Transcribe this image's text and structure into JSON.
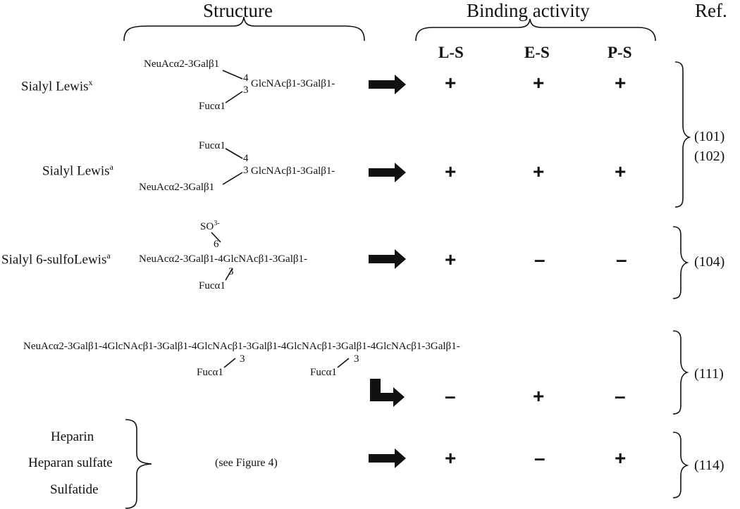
{
  "header": {
    "structure": "Structure",
    "binding": "Binding activity",
    "ref": "Ref."
  },
  "columns": [
    "L-S",
    "E-S",
    "P-S"
  ],
  "rows": [
    {
      "name": "Sialyl Lewis",
      "name_sup": "x",
      "structure": {
        "top": "NeuAcα2-3Galβ1",
        "main": "GlcNAcβ1-3Galβ1-",
        "bottom": "Fucα1",
        "link_a": "4",
        "link_b": "3"
      },
      "activity": [
        "+",
        "+",
        "+"
      ]
    },
    {
      "name": "Sialyl Lewis",
      "name_sup": "a",
      "structure": {
        "top": "Fucα1",
        "main": "GlcNAcβ1-3Galβ1-",
        "bottom": "NeuAcα2-3Galβ1",
        "link_a": "4",
        "link_b": "3"
      },
      "activity": [
        "+",
        "+",
        "+"
      ]
    },
    {
      "name": "Sialyl 6-sulfoLewis",
      "name_sup": "a",
      "structure": {
        "top": "SO",
        "top_sup": "3-",
        "link_top": "6",
        "main": "NeuAcα2-3Galβ1-4GlcNAcβ1-3Galβ1-",
        "link_b": "3",
        "bottom": "Fucα1"
      },
      "activity": [
        "+",
        "–",
        "–"
      ]
    },
    {
      "structure": {
        "main": "NeuAcα2-3Galβ1-4GlcNAcβ1-3Galβ1-4GlcNAcβ1-3Galβ1-4GlcNAcβ1-3Galβ1-4GlcNAcβ1-3Galβ1-",
        "link_1": "3",
        "link_2": "3",
        "fuc_1": "Fucα1",
        "fuc_2": "Fucα1"
      },
      "activity": [
        "–",
        "+",
        "–"
      ]
    },
    {
      "names": [
        "Heparin",
        "Heparan sulfate",
        "Sulfatide"
      ],
      "structure": {
        "note": "(see Figure 4)"
      },
      "activity": [
        "+",
        "–",
        "+"
      ]
    }
  ],
  "refs": [
    "(101)",
    "(102)",
    "(104)",
    "(111)",
    "(114)"
  ]
}
